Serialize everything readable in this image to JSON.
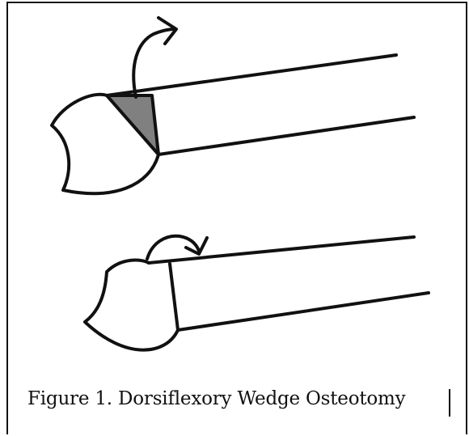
{
  "caption": {
    "text": "Figure 1. Dorsiflexory Wedge Osteotomy"
  },
  "colors": {
    "line": "#111111",
    "wedge_fill": "#808080",
    "background": "#ffffff"
  },
  "diagram": {
    "upper_bone": {
      "wedge": "shaded",
      "arrow": "curved-up-right"
    },
    "lower_bone": {
      "wedge": "closed",
      "arrow": "curved-right"
    }
  }
}
